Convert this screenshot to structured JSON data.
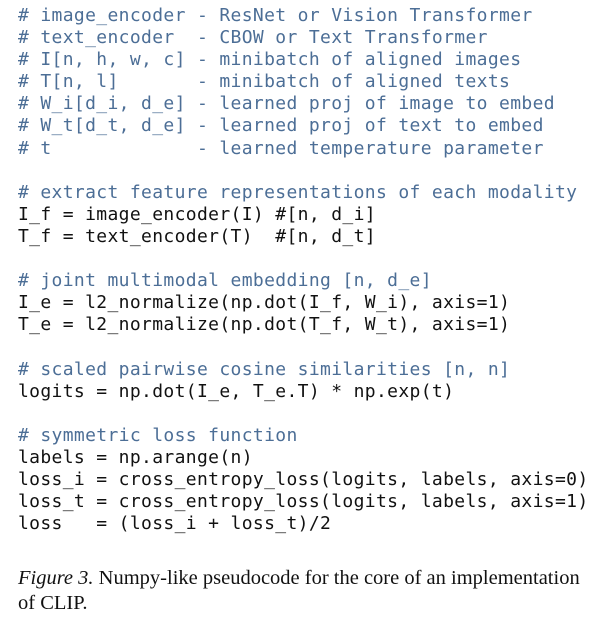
{
  "code_lines": [
    {
      "text": "# image_encoder - ResNet or Vision Transformer",
      "kind": "comment"
    },
    {
      "text": "# text_encoder  - CBOW or Text Transformer",
      "kind": "comment"
    },
    {
      "text": "# I[n, h, w, c] - minibatch of aligned images",
      "kind": "comment"
    },
    {
      "text": "# T[n, l]       - minibatch of aligned texts",
      "kind": "comment"
    },
    {
      "text": "# W_i[d_i, d_e] - learned proj of image to embed",
      "kind": "comment"
    },
    {
      "text": "# W_t[d_t, d_e] - learned proj of text to embed",
      "kind": "comment"
    },
    {
      "text": "# t             - learned temperature parameter",
      "kind": "comment"
    },
    {
      "text": "",
      "kind": "blank"
    },
    {
      "text": "# extract feature representations of each modality",
      "kind": "comment"
    },
    {
      "text": "I_f = image_encoder(I) #[n, d_i]",
      "kind": "code"
    },
    {
      "text": "T_f = text_encoder(T)  #[n, d_t]",
      "kind": "code"
    },
    {
      "text": "",
      "kind": "blank"
    },
    {
      "text": "# joint multimodal embedding [n, d_e]",
      "kind": "comment"
    },
    {
      "text": "I_e = l2_normalize(np.dot(I_f, W_i), axis=1)",
      "kind": "code"
    },
    {
      "text": "T_e = l2_normalize(np.dot(T_f, W_t), axis=1)",
      "kind": "code"
    },
    {
      "text": "",
      "kind": "blank"
    },
    {
      "text": "# scaled pairwise cosine similarities [n, n]",
      "kind": "comment"
    },
    {
      "text": "logits = np.dot(I_e, T_e.T) * np.exp(t)",
      "kind": "code"
    },
    {
      "text": "",
      "kind": "blank"
    },
    {
      "text": "# symmetric loss function",
      "kind": "comment"
    },
    {
      "text": "labels = np.arange(n)",
      "kind": "code"
    },
    {
      "text": "loss_i = cross_entropy_loss(logits, labels, axis=0)",
      "kind": "code"
    },
    {
      "text": "loss_t = cross_entropy_loss(logits, labels, axis=1)",
      "kind": "code"
    },
    {
      "text": "loss   = (loss_i + loss_t)/2",
      "kind": "code"
    }
  ],
  "caption": {
    "label": "Figure 3.",
    "text": " Numpy-like pseudocode for the core of an implementation of CLIP."
  },
  "colors": {
    "comment": "#4c6e96",
    "code": "#111111"
  }
}
